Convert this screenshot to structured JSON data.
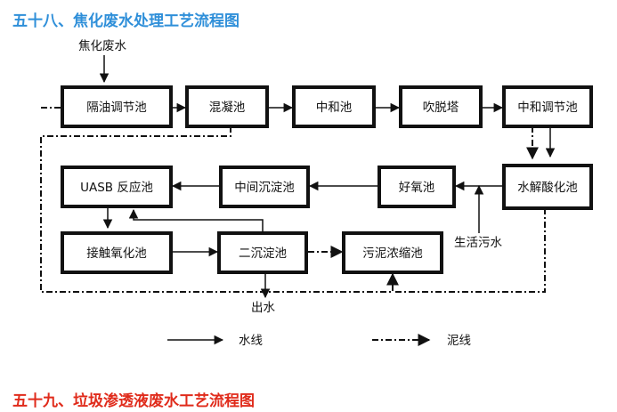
{
  "heading_top": "五十八、焦化废水处理工艺流程图",
  "heading_bottom": "五十九、垃圾渗透液废水工艺流程图",
  "colors": {
    "heading_top": "#2f8fd9",
    "heading_bottom": "#e02b1b",
    "line": "#111111"
  },
  "diagram": {
    "input_label": "焦化废水",
    "boxes": {
      "geyou": "隔油调节池",
      "hunning": "混凝池",
      "zhonghe": "中和池",
      "chuituo": "吹脱塔",
      "zhonghe_tiaojie": "中和调节池",
      "shuijie": "水解酸化池",
      "haoyang": "好氧池",
      "zhongjian": "中间沉淀池",
      "uasb": "UASB 反应池",
      "jiechu": "接触氧化池",
      "erchen": "二沉淀池",
      "wuni": "污泥浓缩池"
    },
    "domestic_label": "生活污水",
    "outlet_label": "出水",
    "legend": {
      "water_line": "水线",
      "sludge_line": "泥线"
    }
  }
}
